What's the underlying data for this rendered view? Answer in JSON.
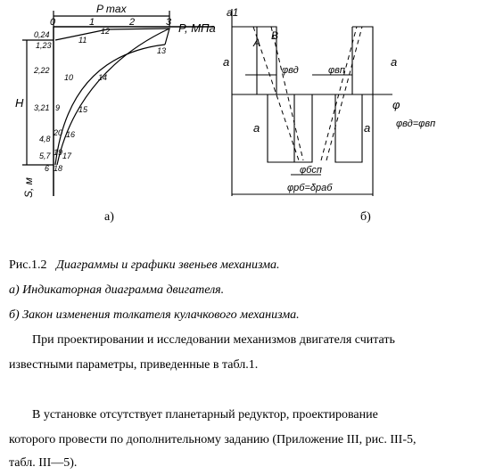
{
  "figure_a": {
    "label": "а)",
    "title_top": "P max",
    "axis_p": "P, МПа",
    "axis_s": "S, м",
    "axis_h": "H",
    "x_ticks": [
      "0",
      "1",
      "2",
      "3"
    ],
    "y_ticks": [
      "0,24",
      "1,23",
      "2,22",
      "3,21",
      "4,8",
      "5,7",
      "6"
    ],
    "point_labels": [
      "11",
      "12",
      "13",
      "10",
      "14",
      "15",
      "16",
      "17",
      "18",
      "19",
      "20",
      "9"
    ]
  },
  "figure_b": {
    "label": "б)",
    "a_top": "a1",
    "letters": [
      "A",
      "B"
    ],
    "a_label": "a",
    "phi": "φ",
    "phi_vd": "φвд",
    "phi_vp": "φвп",
    "phi_eq": "φвд=φвп",
    "phi_bs": "φбсп",
    "phi_rp": "φрб=δраб"
  },
  "text": {
    "caption_num": "Рис.1.2",
    "caption_title": "Диаграммы и графики звеньев механизма.",
    "caption_a": "а) Индикаторная диаграмма двигателя.",
    "caption_b": "б) Закон изменения толкателя кулачкового механизма.",
    "para1_line1": "При проектировании и исследовании механизмов двигателя  считать",
    "para1_line2": "известными  параметры,  приведенные в табл.1.",
    "para2_line1": "В установке отсутствует планетарный редуктор, проектирование",
    "para2_line2": "которого провести по дополнительному заданию  (Приложение III, рис. III-5,",
    "para2_line3": "табл. III—5)."
  }
}
